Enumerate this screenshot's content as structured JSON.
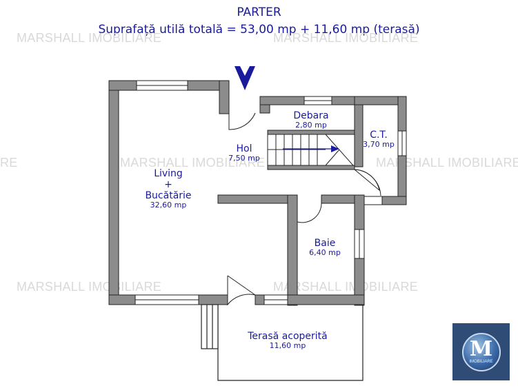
{
  "header": {
    "title": "PARTER",
    "subtitle": "Suprafață utilă totală = 53,00 mp + 11,60 mp (terasă)"
  },
  "watermark": "MARSHALL IMOBILIARE",
  "watermark_fragment": "RE",
  "rooms": {
    "living": {
      "name": "Living",
      "plus": "+",
      "name2": "Bucătărie",
      "area": "32,60 mp"
    },
    "hol": {
      "name": "Hol",
      "area": "7,50 mp"
    },
    "debara": {
      "name": "Debara",
      "area": "2,80 mp"
    },
    "ct": {
      "name": "C.T.",
      "area": "3,70 mp"
    },
    "baie": {
      "name": "Baie",
      "area": "6,40 mp"
    },
    "terasa": {
      "name": "Terasă acoperită",
      "area": "11,60 mp"
    }
  },
  "logo": {
    "letter": "M",
    "sub": "IMOBILIARE"
  },
  "colors": {
    "wall": "#8c8c8c",
    "text": "#1a1a9c",
    "watermark": "#d9d9d9",
    "logo_bg": "#2f4c76"
  }
}
